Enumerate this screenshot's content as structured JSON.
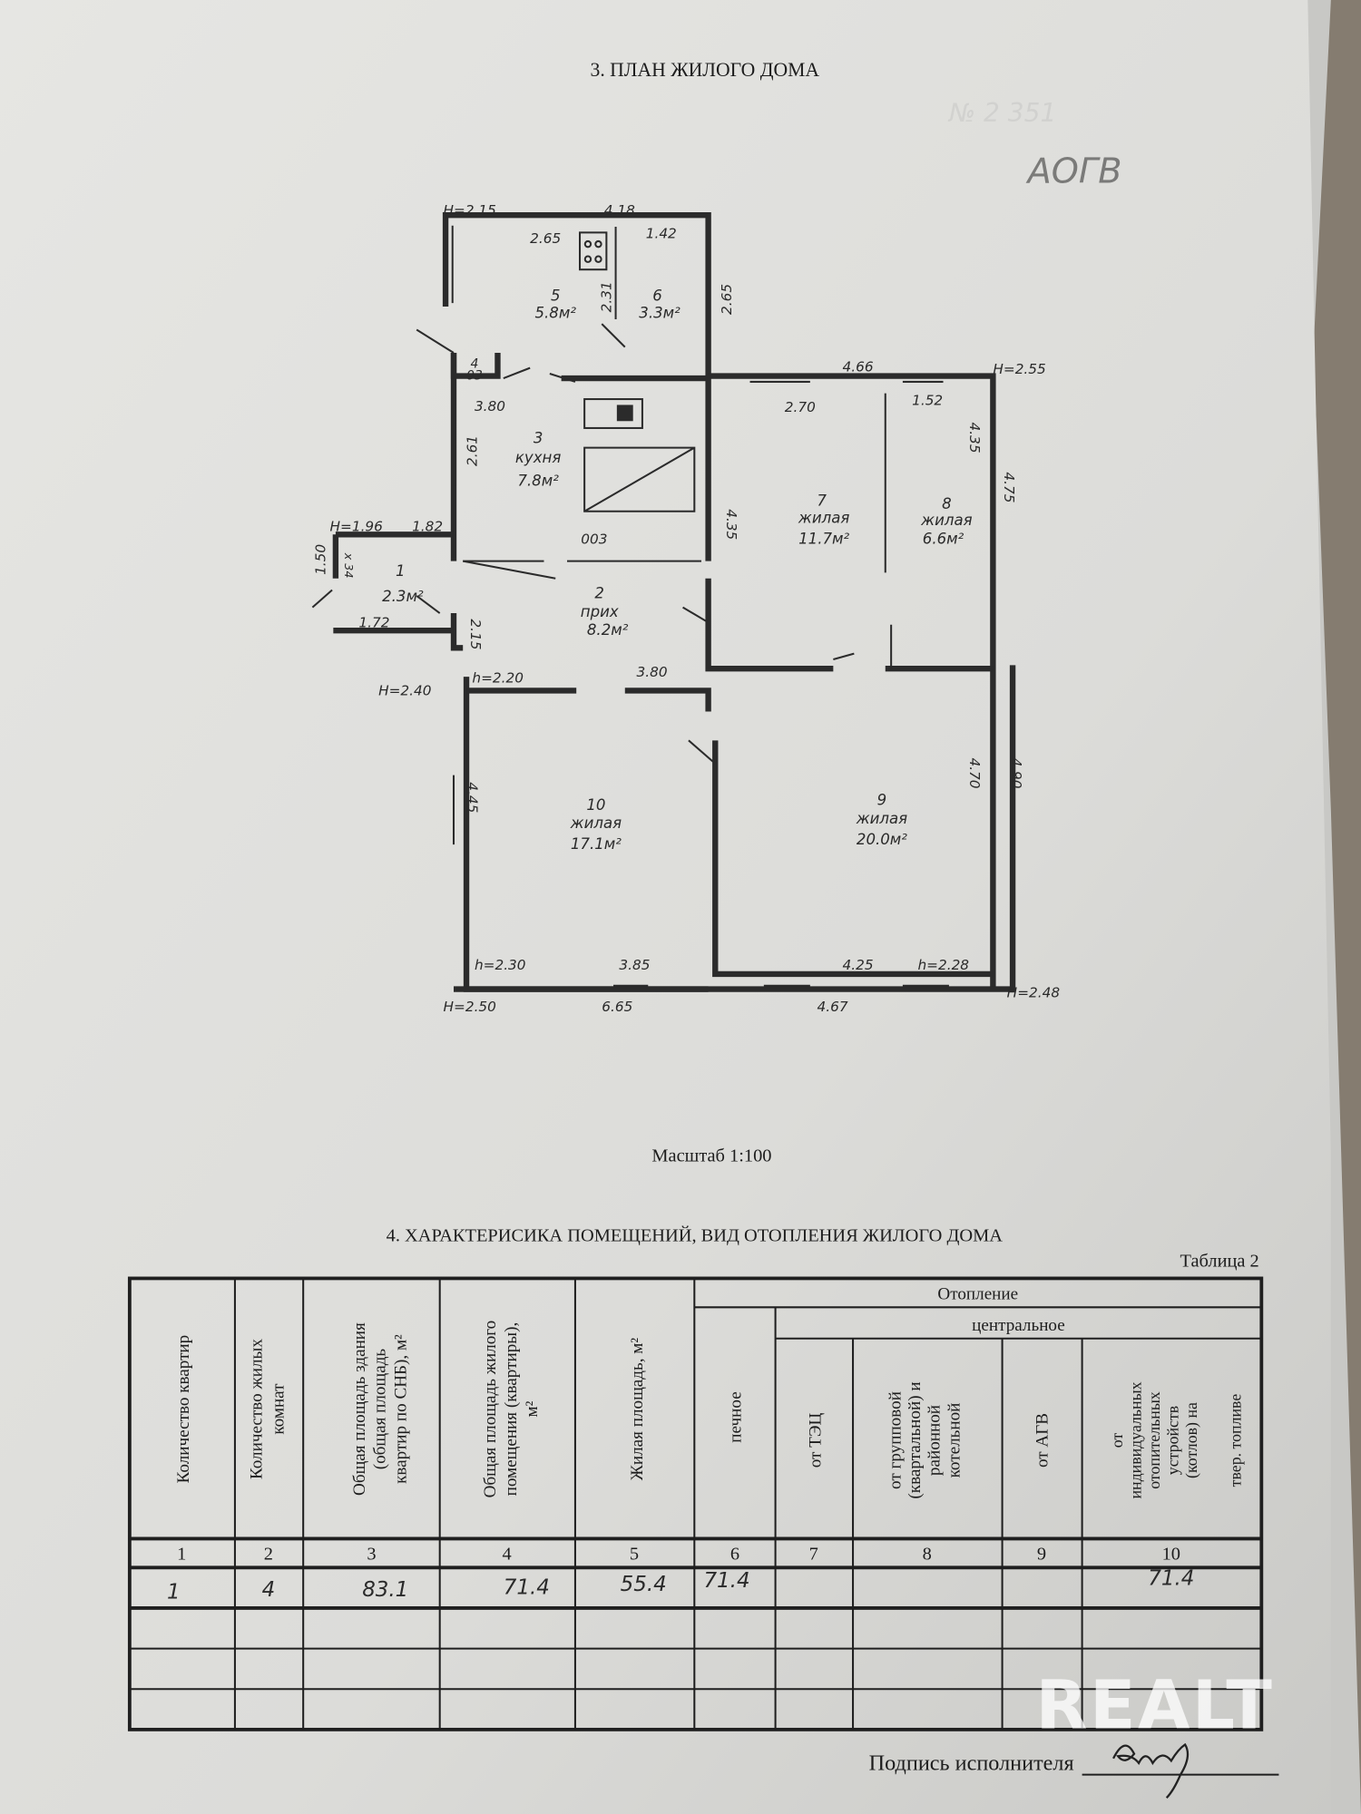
{
  "section3": {
    "title": "3. ПЛАН ЖИЛОГО ДОМА"
  },
  "annotations": {
    "faint_note": "№ 2 351",
    "heating_note": "АОГВ"
  },
  "plan": {
    "rooms": [
      {
        "num": "1",
        "name": "",
        "area": "2.3м²"
      },
      {
        "num": "2",
        "name": "прих",
        "area": "8.2м²"
      },
      {
        "num": "3",
        "name": "кухня",
        "area": "7.8м²"
      },
      {
        "num": "4",
        "name": "",
        "area": "03"
      },
      {
        "num": "5",
        "name": "",
        "area": "5.8м²"
      },
      {
        "num": "6",
        "name": "",
        "area": "3.3м²"
      },
      {
        "num": "7",
        "name": "жилая",
        "area": "11.7м²"
      },
      {
        "num": "8",
        "name": "жилая",
        "area": "6.6м²"
      },
      {
        "num": "9",
        "name": "жилая",
        "area": "20.0м²"
      },
      {
        "num": "10",
        "name": "жилая",
        "area": "17.1м²"
      }
    ],
    "dimensions": [
      "H=2.15",
      "4.18",
      "2.65",
      "1.42",
      "2.31",
      "2.65",
      "3.80",
      "2.61",
      "4.66",
      "H=2.55",
      "2.70",
      "1.52",
      "4.35",
      "4.35",
      "4.75",
      "H=1.96",
      "1.82",
      "1.50",
      "x 34",
      "1.72",
      "2.15",
      "003",
      "3.80",
      "H=2.40",
      "h=2.20",
      "4.70",
      "4.90",
      "4.45",
      "h=2.30",
      "3.85",
      "4.25",
      "h=2.28",
      "H=2.50",
      "6.65",
      "4.67",
      "H=2.48"
    ],
    "scale": "Масштаб 1:100"
  },
  "section4": {
    "title": "4. ХАРАКТЕРИСИКА ПОМЕЩЕНИЙ, ВИД ОТОПЛЕНИЯ ЖИЛОГО ДОМА",
    "table_label": "Таблица 2",
    "group_heating": "Отопление",
    "group_central": "центральное",
    "headers": [
      [
        "Количество квартир"
      ],
      [
        "Количество жилых",
        "комнат"
      ],
      [
        "Общая площадь здания",
        "(общая площадь",
        "квартир по СНБ), м²"
      ],
      [
        "Общая площадь жилого",
        "помещения (квартиры),",
        "м²"
      ],
      [
        "Жилая площадь, м²"
      ],
      [
        "печное"
      ],
      [
        "от ТЭЦ"
      ],
      [
        "от групповой",
        "(квартальной) и",
        "районной",
        "котельной"
      ],
      [
        "от АГВ"
      ],
      [
        "от",
        "индивидуальных",
        "отопительных",
        "устройств",
        "(котлов) на",
        "твер. топливе"
      ]
    ],
    "column_numbers": [
      "1",
      "2",
      "3",
      "4",
      "5",
      "6",
      "7",
      "8",
      "9",
      "10"
    ],
    "rows": [
      [
        "1",
        "4",
        "83.1",
        "71.4",
        "55.4",
        "71.4",
        "",
        "",
        "",
        "71.4"
      ],
      [
        "",
        "",
        "",
        "",
        "",
        "",
        "",
        "",
        "",
        ""
      ],
      [
        "",
        "",
        "",
        "",
        "",
        "",
        "",
        "",
        "",
        ""
      ],
      [
        "",
        "",
        "",
        "",
        "",
        "",
        "",
        "",
        "",
        ""
      ]
    ]
  },
  "signature": {
    "label": "Подпись исполнителя",
    "signature_text": "Якоб"
  },
  "watermark": "REALT"
}
